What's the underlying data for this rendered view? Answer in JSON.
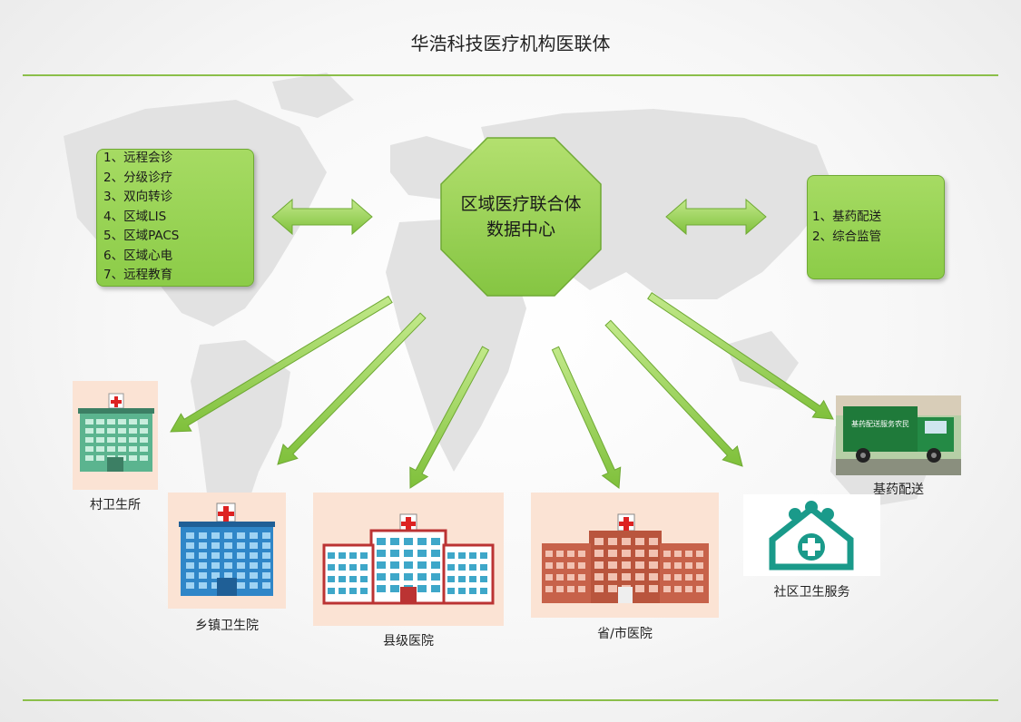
{
  "title": "华浩科技医疗机构医联体",
  "center": {
    "line1": "区域医疗联合体",
    "line2": "数据中心"
  },
  "left_box": {
    "items": [
      "1、远程会诊",
      "2、分级诊疗",
      "3、双向转诊",
      "4、区域LIS",
      "5、区域PACS",
      "6、区域心电",
      "7、远程教育"
    ]
  },
  "right_box": {
    "items": [
      "1、基药配送",
      "2、综合监管"
    ]
  },
  "nodes": [
    {
      "label": "村卫生所"
    },
    {
      "label": "乡镇卫生院"
    },
    {
      "label": "县级医院"
    },
    {
      "label": "省/市医院"
    },
    {
      "label": "社区卫生服务"
    },
    {
      "label": "基药配送"
    }
  ],
  "truck_text": "基药配送服务农民",
  "colors": {
    "green": "#8ccc48",
    "green_dark": "#6fa934",
    "rule": "#8bbf4a",
    "tile": "#fbe3d4"
  }
}
